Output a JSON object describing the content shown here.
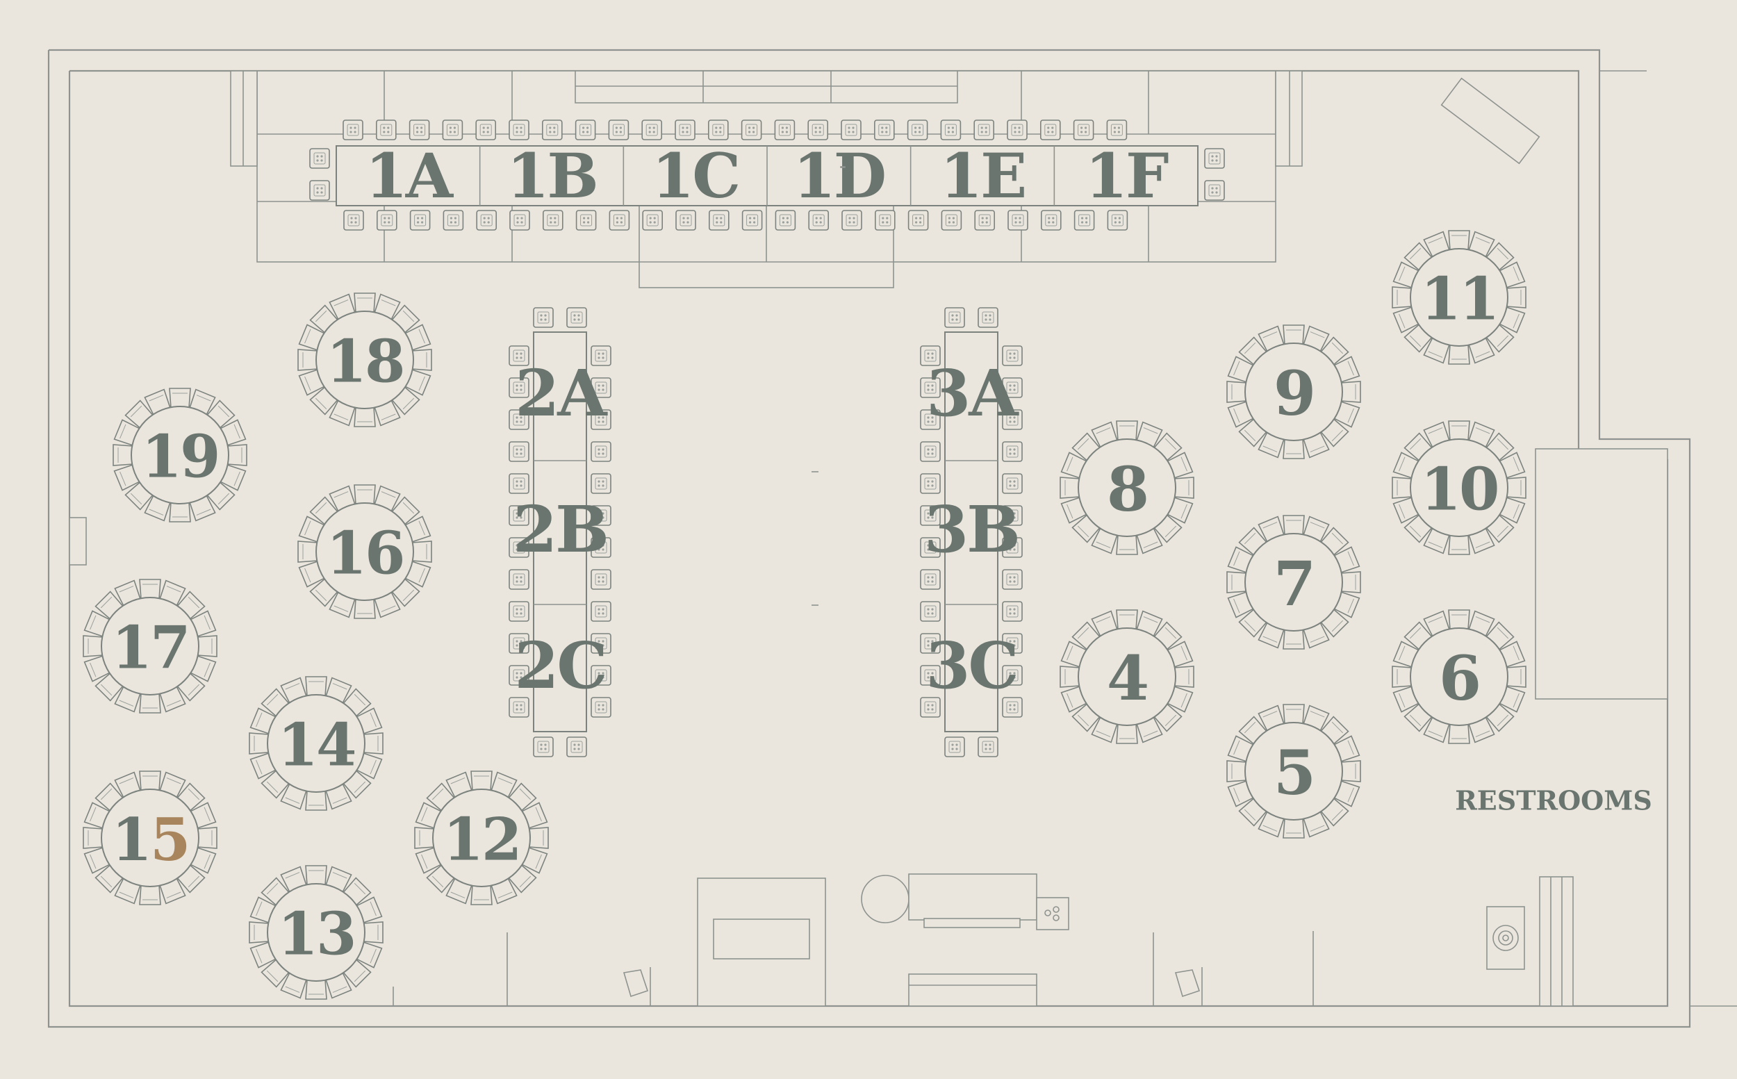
{
  "colors": {
    "background": "#ebe6dd",
    "lines": "#8e938f",
    "labels": "#6b756f",
    "accent_digit": "#a8855c"
  },
  "labels": {
    "restrooms": "RESTROOMS"
  },
  "head_tables": [
    "1A",
    "1B",
    "1C",
    "1D",
    "1E",
    "1F"
  ],
  "long_tables": {
    "left": [
      "2A",
      "2B",
      "2C"
    ],
    "right": [
      "3A",
      "3B",
      "3C"
    ]
  },
  "round_tables": [
    "4",
    "5",
    "6",
    "7",
    "8",
    "9",
    "10",
    "11",
    "12",
    "13",
    "14",
    "15",
    "16",
    "17",
    "18",
    "19"
  ]
}
